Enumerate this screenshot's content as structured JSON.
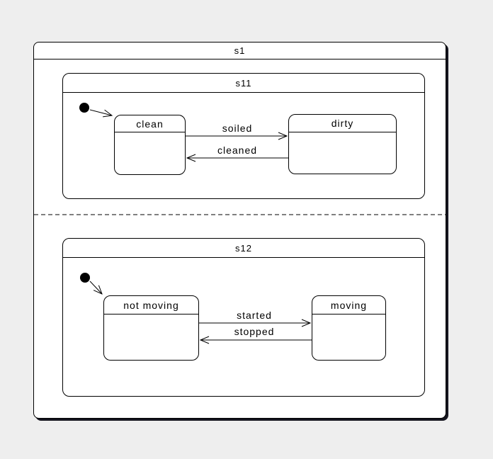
{
  "diagram": {
    "colors": {
      "background": "#eeeeee",
      "state_fill": "#ffffff",
      "line": "#000000",
      "shadow": "#15151f"
    },
    "root": {
      "name": "s1",
      "regions": [
        {
          "name": "s11",
          "has_initial_state": true,
          "states": [
            {
              "name": "clean"
            },
            {
              "name": "dirty"
            }
          ],
          "transitions": [
            {
              "from": "clean",
              "to": "dirty",
              "label": "soiled"
            },
            {
              "from": "dirty",
              "to": "clean",
              "label": "cleaned"
            }
          ]
        },
        {
          "name": "s12",
          "has_initial_state": true,
          "states": [
            {
              "name": "not moving"
            },
            {
              "name": "moving"
            }
          ],
          "transitions": [
            {
              "from": "not moving",
              "to": "moving",
              "label": "started"
            },
            {
              "from": "moving",
              "to": "not moving",
              "label": "stopped"
            }
          ]
        }
      ]
    }
  }
}
